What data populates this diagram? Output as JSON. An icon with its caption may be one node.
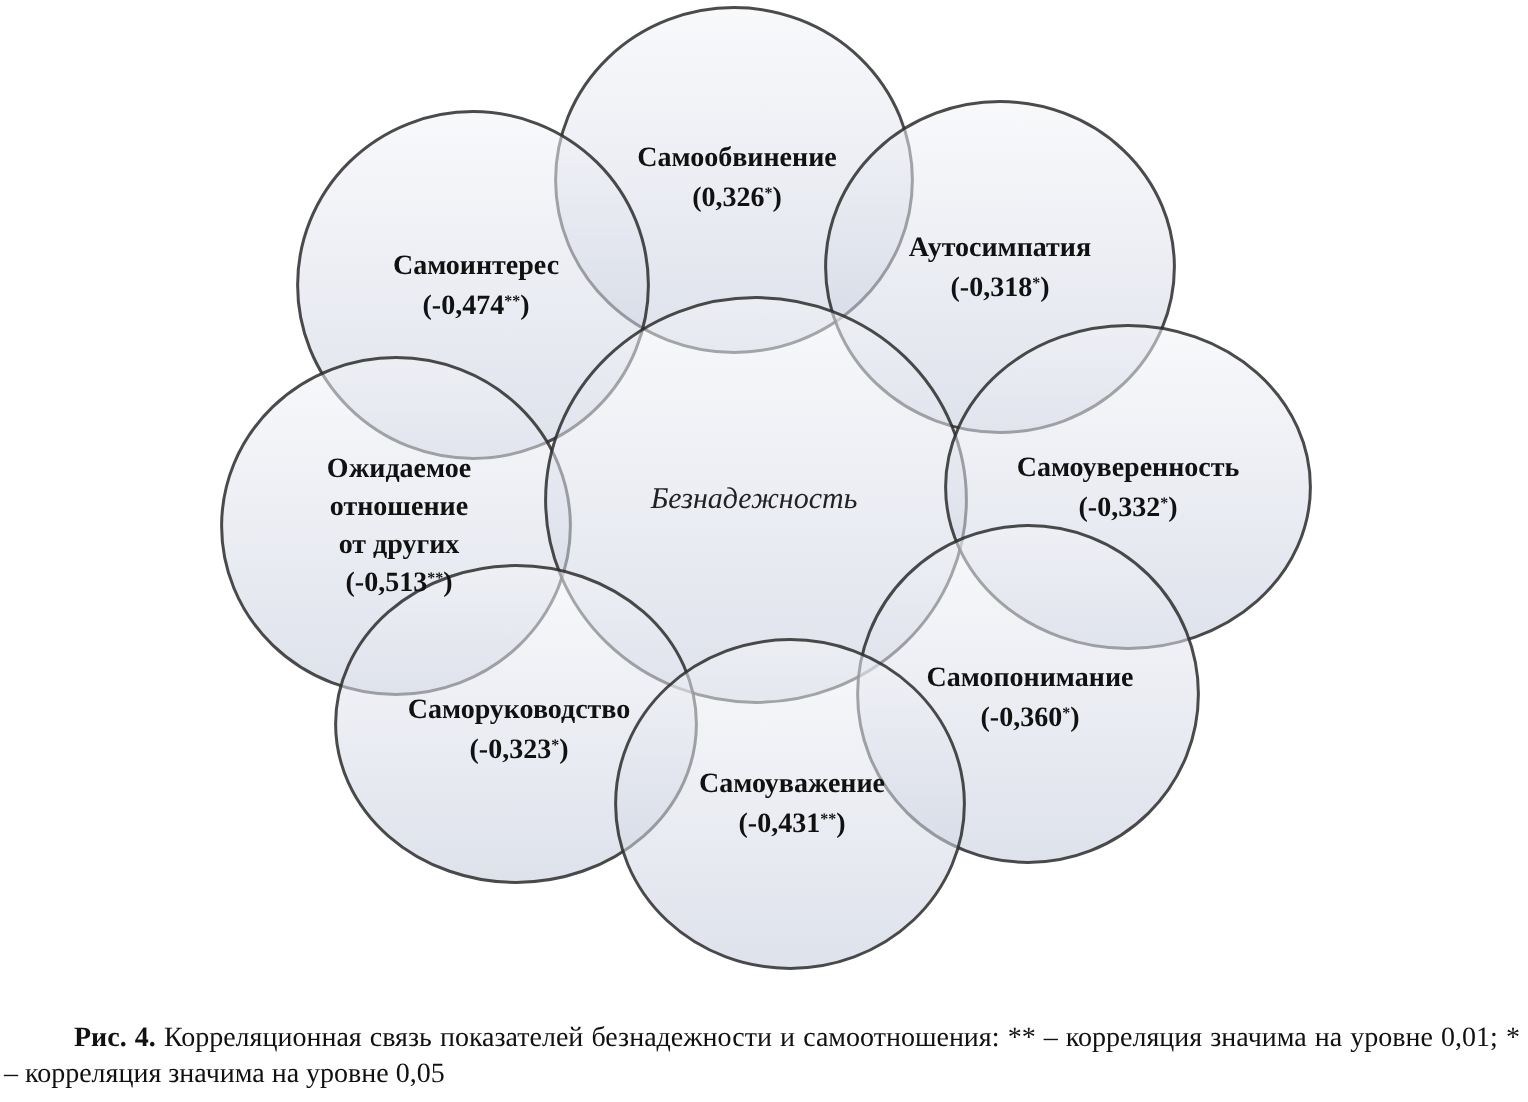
{
  "diagram": {
    "caption": "Рис. 4. Корреляционная связь показателей безнадежности и самоотношения: ** – корреляция значима на уровне 0,01; * – корреляция значима на уровне 0,05",
    "nodes": [
      {
        "text": [
          "Самообвинение",
          "(0,326$^{*}$)"
        ]
      },
      {
        "text": [
          "Самоинтерес",
          "(-0,474$^{**}$)"
        ]
      },
      {
        "text": [
          "Аутосимпатия",
          "(-0,318$^{*}$)"
        ]
      },
      {
        "text": [
          "Ожидаемое отношение от других",
          "(-0,513$^{**}$)"
        ]
      },
      {
        "text": [
          "Безнадежность"
        ]
      },
      {
        "text": [
          "Самоуверенность",
          "(-0,332$^{*}$)"
        ]
      },
      {
        "text": [
          "Саморуководство",
          "(-0,323$^{*}$)"
        ]
      },
      {
        "text": [
          "Самопонимание",
          "(-0,360$^{*}$)"
        ]
      },
      {
        "text": [
          "Самоуважение",
          "(-0,431$^{**}$)"
        ]
      }
    ]
  }
}
